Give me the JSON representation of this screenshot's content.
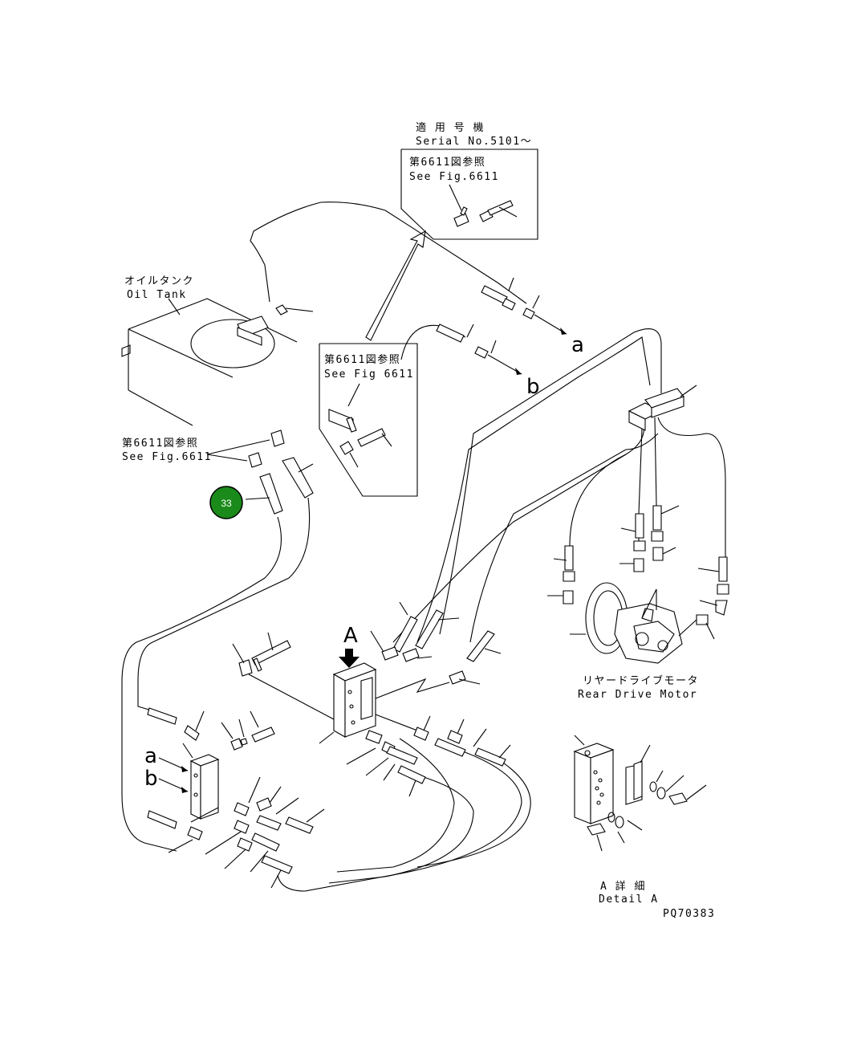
{
  "labels": {
    "serial_jp": "適 用 号 機",
    "serial_en": "Serial No.5101～",
    "see_fig_top_jp": "第6611図参照",
    "see_fig_top_en": "See Fig.6611",
    "oil_tank_jp": "オイルタンク",
    "oil_tank_en": "Oil Tank",
    "see_fig_mid_jp": "第6611図参照",
    "see_fig_mid_en": "See Fig 6611",
    "see_fig_left_jp": "第6611図参照",
    "see_fig_left_en": "See Fig.6611",
    "arrow_a_right": "a",
    "arrow_b_right": "b",
    "arrow_a_left": "a",
    "arrow_b_left": "b",
    "detail_marker": "A",
    "rear_motor_jp": "リヤードライブモータ",
    "rear_motor_en": "Rear Drive Motor",
    "detail_jp": "A 詳 細",
    "detail_en": "Detail A",
    "drawing_no": "PQ70383"
  },
  "callout": {
    "number": "33",
    "color": "#1a8a1a"
  }
}
